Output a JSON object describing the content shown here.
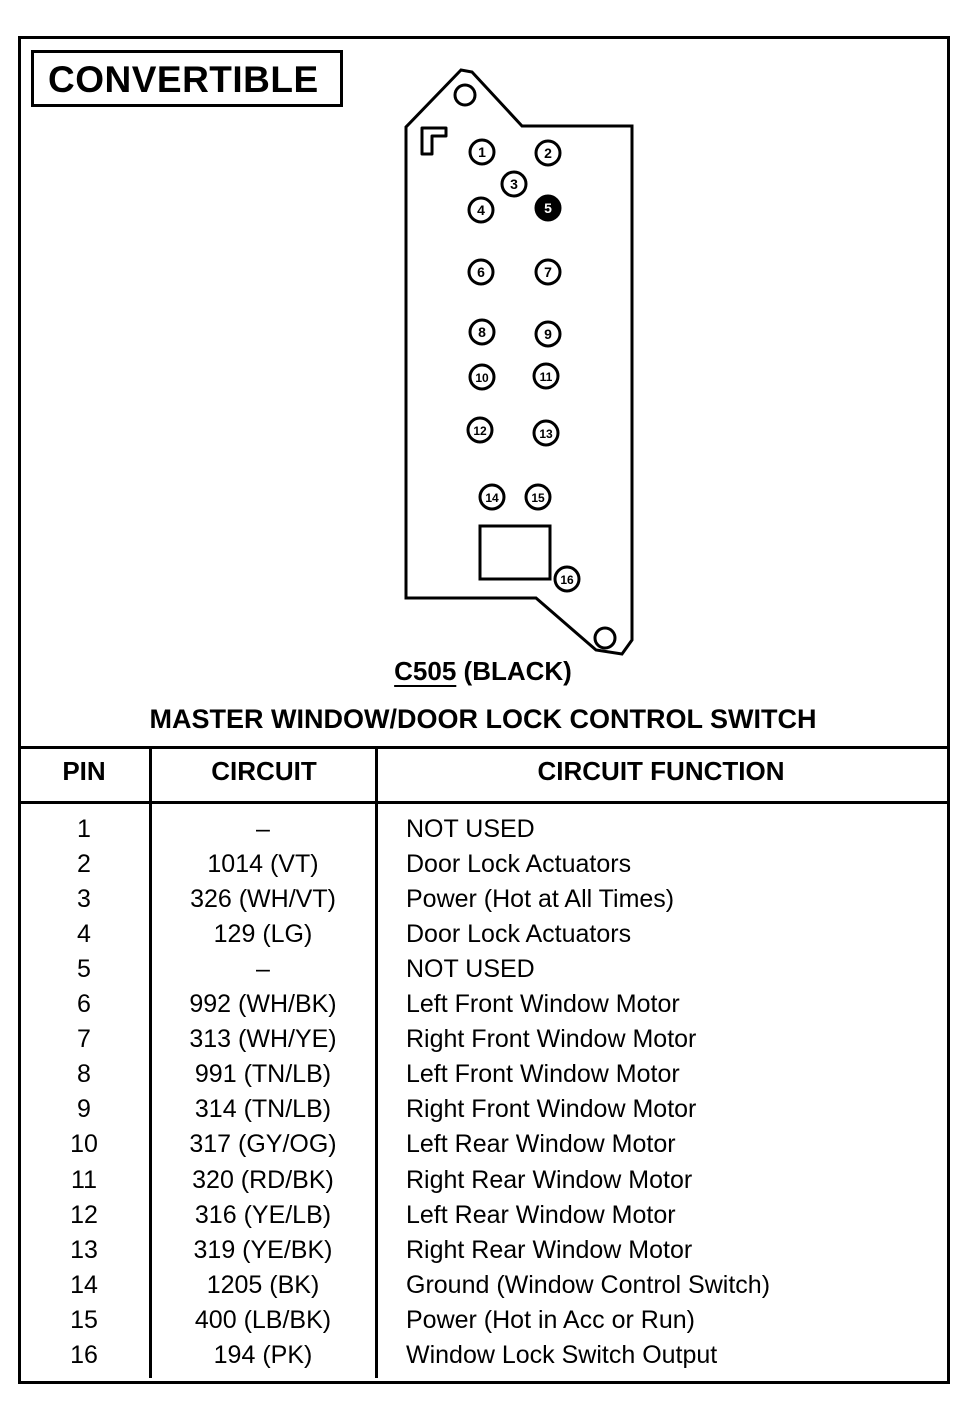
{
  "title": "CONVERTIBLE",
  "connector": {
    "id": "C505",
    "color": "(BLACK)"
  },
  "component": "MASTER WINDOW/DOOR LOCK CONTROL SWITCH",
  "pin_labels": [
    "1",
    "2",
    "3",
    "4",
    "5",
    "6",
    "7",
    "8",
    "9",
    "10",
    "11",
    "12",
    "13",
    "14",
    "15",
    "16"
  ],
  "table": {
    "headers": {
      "pin": "PIN",
      "circuit": "CIRCUIT",
      "function": "CIRCUIT FUNCTION"
    },
    "rows": [
      {
        "pin": "1",
        "circuit": "–",
        "function": "NOT USED"
      },
      {
        "pin": "2",
        "circuit": "1014 (VT)",
        "function": "Door Lock Actuators"
      },
      {
        "pin": "3",
        "circuit": "326 (WH/VT)",
        "function": "Power (Hot at All Times)"
      },
      {
        "pin": "4",
        "circuit": "129 (LG)",
        "function": "Door Lock Actuators"
      },
      {
        "pin": "5",
        "circuit": "–",
        "function": "NOT USED"
      },
      {
        "pin": "6",
        "circuit": "992 (WH/BK)",
        "function": "Left Front Window Motor"
      },
      {
        "pin": "7",
        "circuit": "313 (WH/YE)",
        "function": "Right Front Window Motor"
      },
      {
        "pin": "8",
        "circuit": "991 (TN/LB)",
        "function": "Left Front Window Motor"
      },
      {
        "pin": "9",
        "circuit": "314 (TN/LB)",
        "function": "Right Front Window Motor"
      },
      {
        "pin": "10",
        "circuit": "317 (GY/OG)",
        "function": "Left Rear Window Motor"
      },
      {
        "pin": "11",
        "circuit": "320 (RD/BK)",
        "function": "Right Rear Window Motor"
      },
      {
        "pin": "12",
        "circuit": "316 (YE/LB)",
        "function": "Left Rear Window Motor"
      },
      {
        "pin": "13",
        "circuit": "319 (YE/BK)",
        "function": "Right Rear Window Motor"
      },
      {
        "pin": "14",
        "circuit": "1205 (BK)",
        "function": "Ground (Window Control Switch)"
      },
      {
        "pin": "15",
        "circuit": "400 (LB/BK)",
        "function": "Power (Hot in Acc or Run)"
      },
      {
        "pin": "16",
        "circuit": "194 (PK)",
        "function": "Window Lock Switch Output"
      }
    ]
  }
}
